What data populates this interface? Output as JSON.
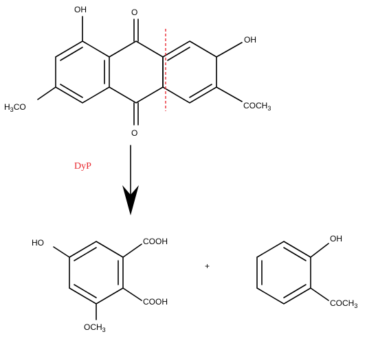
{
  "reactant": {
    "oh_left": "OH",
    "oh_right": "OH",
    "o_top": "O",
    "o_bottom": "O",
    "methoxy": {
      "main": "H",
      "sub": "3",
      "rest": "CO"
    },
    "acetyl": {
      "main": "COCH",
      "sub": "3"
    }
  },
  "reaction": {
    "enzyme": "DyP",
    "enzyme_color": "#e8262d",
    "cleavage_color": "#e8262d"
  },
  "product_acid": {
    "ho": "HO",
    "cooh_top": "COOH",
    "cooh_bottom": "COOH",
    "methoxy": {
      "main": "OCH",
      "sub": "3"
    }
  },
  "plus": "+",
  "product_ketone": {
    "oh": "OH",
    "acetyl": {
      "main": "COCH",
      "sub": "3"
    }
  }
}
